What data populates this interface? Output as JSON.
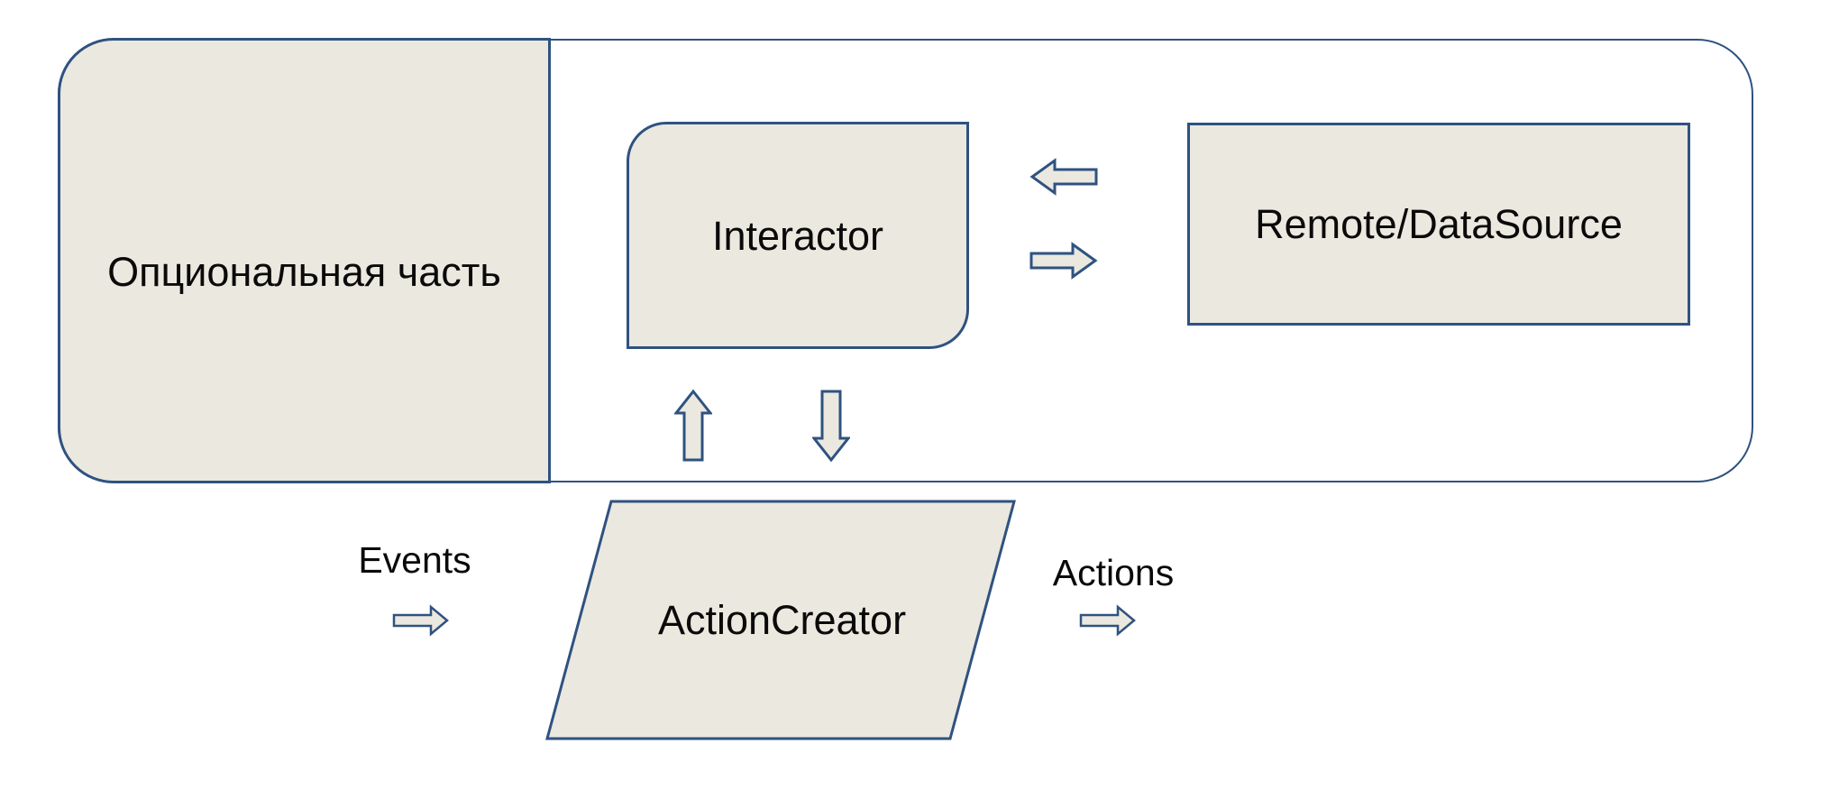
{
  "diagram": {
    "nodes": {
      "optional_part": {
        "label": "Опциональная часть",
        "shape": "rounded-left-rectangle"
      },
      "interactor": {
        "label": "Interactor",
        "shape": "round-diagonal-corner-rectangle"
      },
      "remote_datasource": {
        "label": "Remote/DataSource",
        "shape": "rectangle"
      },
      "action_creator": {
        "label": "ActionCreator",
        "shape": "parallelogram"
      }
    },
    "annotations": {
      "events": {
        "label": "Events"
      },
      "actions": {
        "label": "Actions"
      }
    },
    "icons": [
      "left-block-arrow",
      "right-block-arrow",
      "up-block-arrow",
      "down-block-arrow",
      "events-right-arrow",
      "actions-right-arrow"
    ],
    "colors": {
      "shape_fill": "#ebe8df",
      "shape_border": "#2f5280",
      "text": "#0a0a0a",
      "background": "#ffffff"
    }
  }
}
